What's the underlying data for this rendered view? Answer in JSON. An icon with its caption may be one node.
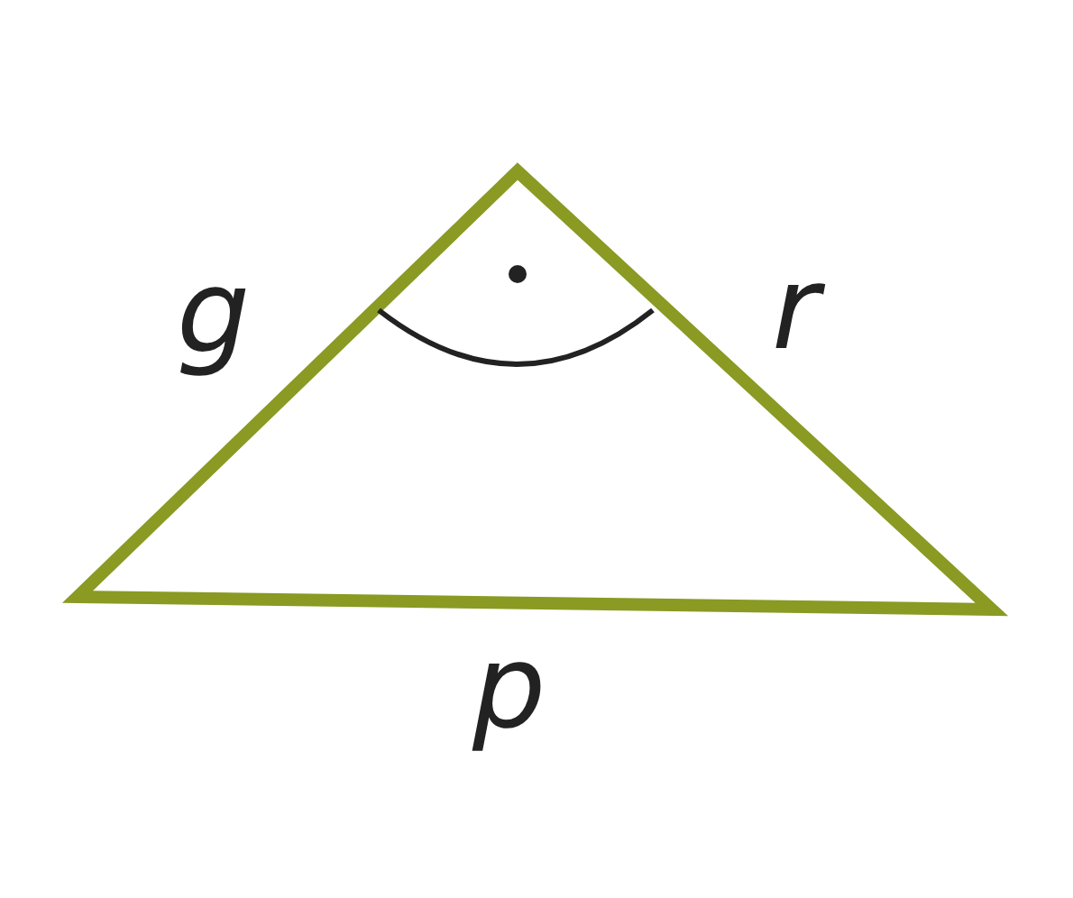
{
  "diagram": {
    "labels": [
      "g",
      "r",
      "p"
    ]
  }
}
